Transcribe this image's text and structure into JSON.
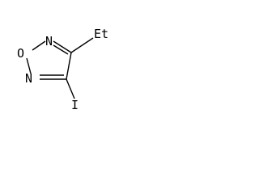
{
  "molecule": {
    "atoms": {
      "o1": "O",
      "n2": "N",
      "n5": "N",
      "iodo": "I",
      "ethyl": "Et"
    }
  }
}
